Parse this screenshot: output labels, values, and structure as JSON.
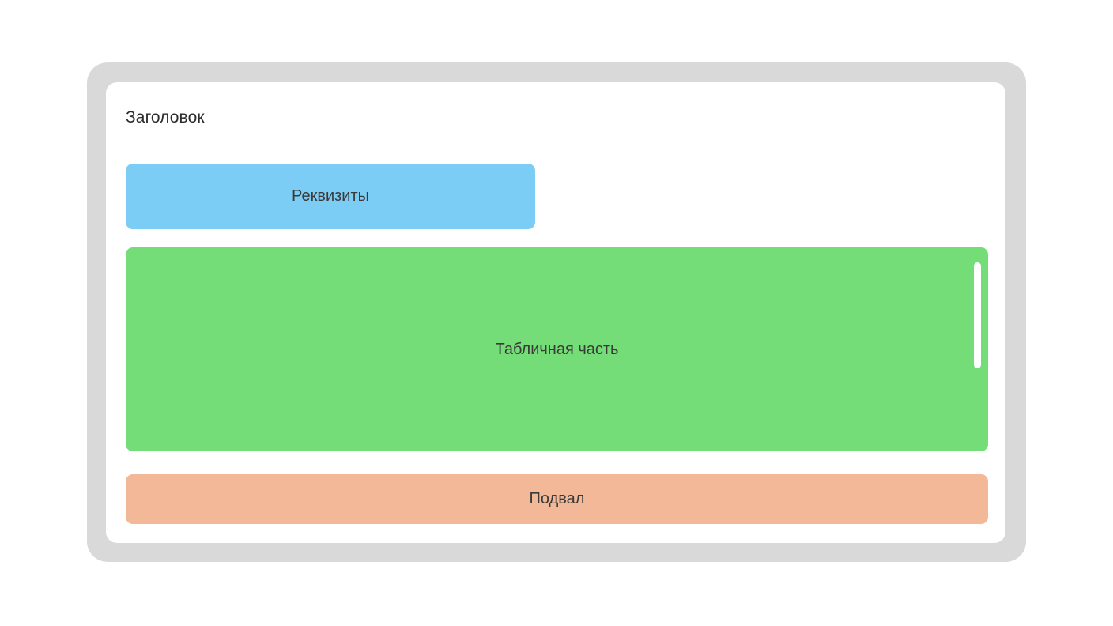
{
  "form": {
    "title": "Заголовок",
    "frame_color": "#d9d9d9",
    "card_color": "#ffffff"
  },
  "regions": [
    {
      "name": "attributes",
      "label": "Реквизиты",
      "color": "#7ccdf5"
    },
    {
      "name": "table-part",
      "label": "Табличная часть",
      "color": "#74dd77",
      "scrollbar": {
        "orientation": "vertical",
        "thumb_color": "#ffffff"
      }
    },
    {
      "name": "footer",
      "label": "Подвал",
      "color": "#f3b898"
    }
  ]
}
